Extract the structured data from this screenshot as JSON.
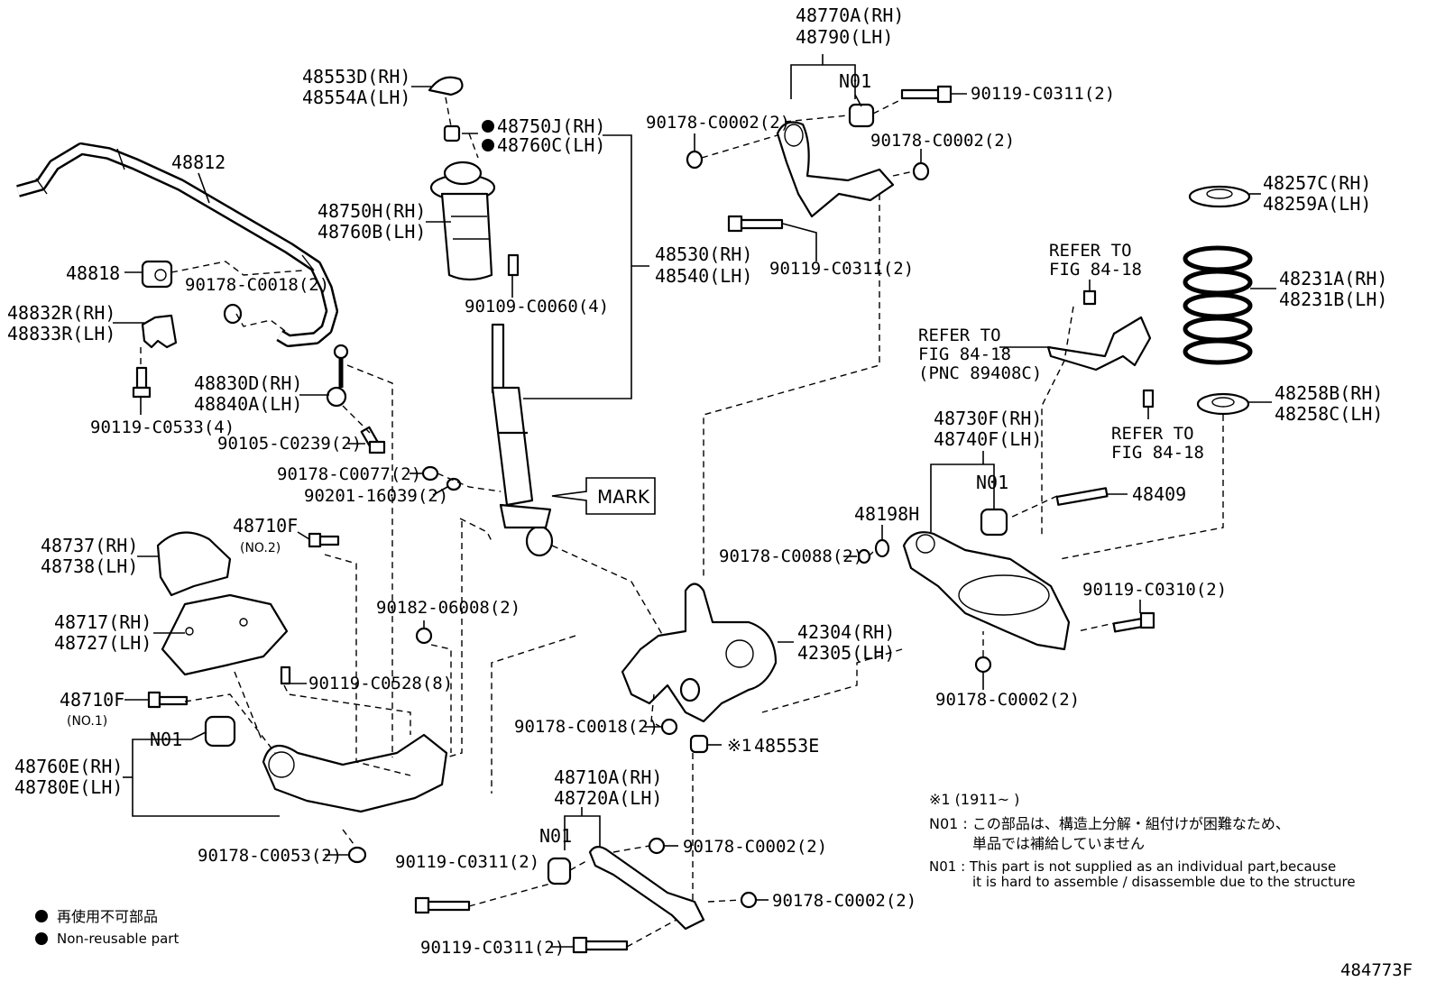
{
  "labels": {
    "p48770": [
      "48770A(RH)",
      "48790(LH)"
    ],
    "p48553d": [
      "48553D(RH)",
      "48554A(LH)"
    ],
    "p48750j": [
      "48750J(RH)",
      "48760C(LH)"
    ],
    "p48812": "48812",
    "p48750h": [
      "48750H(RH)",
      "48760B(LH)"
    ],
    "p48818": "48818",
    "p90178_c0018_a": "90178-C0018(2)",
    "p48832": [
      "48832R(RH)",
      "48833R(LH)"
    ],
    "p48530": [
      "48530(RH)",
      "48540(LH)"
    ],
    "p90109": "90109-C0060(4)",
    "p90119_c0311_top": "90119-C0311(2)",
    "p90178_c0002_a": "90178-C0002(2)",
    "p90178_c0002_b": "90178-C0002(2)",
    "p90119_c0311_mid": "90119-C0311(2)",
    "p48257": [
      "48257C(RH)",
      "48259A(LH)"
    ],
    "p48231": [
      "48231A(RH)",
      "48231B(LH)"
    ],
    "p48258": [
      "48258B(RH)",
      "48258C(LH)"
    ],
    "refer1": [
      "REFER TO",
      "FIG 84-18"
    ],
    "refer2": [
      "REFER TO",
      "FIG 84-18",
      "(PNC 89408C)"
    ],
    "refer3": [
      "REFER TO",
      "FIG 84-18"
    ],
    "p48830": [
      "48830D(RH)",
      "48840A(LH)"
    ],
    "p90119_c0533": "90119-C0533(4)",
    "p90105": "90105-C0239(2)",
    "p90178_c0077": "90178-C0077(2)",
    "p90201": "90201-16039(2)",
    "mark": "MARK",
    "p48730": [
      "48730F(RH)",
      "48740F(LH)"
    ],
    "n01_a": "N01",
    "n01_b": "N01",
    "n01_c": "N01",
    "n01_d": "N01",
    "p48409": "48409",
    "p48198h": "48198H",
    "p90178_c0088": "90178-C0088(2)",
    "p90119_c0310": "90119-C0310(2)",
    "p48737": [
      "48737(RH)",
      "48738(LH)"
    ],
    "p48710f_2": [
      "48710F",
      "(NO.2)"
    ],
    "p48717": [
      "48717(RH)",
      "48727(LH)"
    ],
    "p90182": "90182-06008(2)",
    "p42304": [
      "42304(RH)",
      "42305(LH)"
    ],
    "p90119_c0528": "90119-C0528(8)",
    "p48710f_1": [
      "48710F",
      "(NO.1)"
    ],
    "p90178_c0002_c": "90178-C0002(2)",
    "p90178_c0018_b": "90178-C0018(2)",
    "p48553e": "48553E",
    "p48553e_prefix": "※1",
    "p48760e": [
      "48760E(RH)",
      "48780E(LH)"
    ],
    "p48710a": [
      "48710A(RH)",
      "48720A(LH)"
    ],
    "p90178_c0002_d": "90178-C0002(2)",
    "p90178_c0053": "90178-C0053(2)",
    "p90119_c0311_bot1": "90119-C0311(2)",
    "p90178_c0002_e": "90178-C0002(2)",
    "p90119_c0311_bot2": "90119-C0311(2)",
    "fig_id": "484773F"
  },
  "notes": {
    "note1": "※1 (1911~      )",
    "n01_jp_1": "N01 : この部品は、構造上分解・組付けが困難なため、",
    "n01_jp_2": "単品では補給していません",
    "n01_en_1": "N01 : This part is not supplied as an individual part,because",
    "n01_en_2": "it is hard to assemble / disassemble due to the structure"
  },
  "legend": {
    "jp": "再使用不可部品",
    "en": "Non-reusable part"
  }
}
